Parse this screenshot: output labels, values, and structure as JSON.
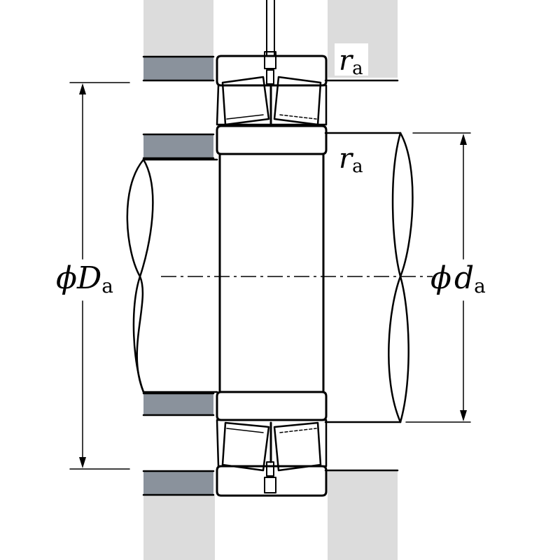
{
  "labels": {
    "ra_top": {
      "main": "r",
      "sub": "a"
    },
    "ra_bottom": {
      "main": "r",
      "sub": "a"
    },
    "Da": {
      "prefix": "ϕ",
      "main": "D",
      "sub": "a"
    },
    "da": {
      "prefix": "ϕ",
      "main": "d",
      "sub": "a"
    }
  },
  "colors": {
    "housing": "#dcdcdc",
    "shoulder": "#8a929c",
    "bearing_fill": "#ffffff",
    "line": "#000000"
  }
}
